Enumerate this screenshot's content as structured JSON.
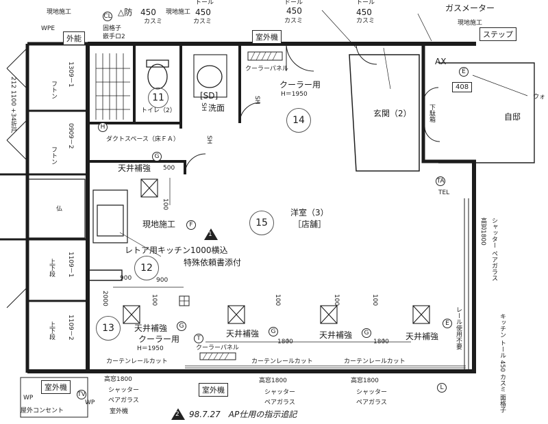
{
  "top_strip": {
    "genchi_top_left": "現地施工",
    "fire_alarm": "△防",
    "m450_left": "450",
    "kasumi_left": "カスミ",
    "genchi_top_mid": "現地施工",
    "toru_a": "トール",
    "m450_a": "450",
    "kasumi_a": "カスミ",
    "toru_b": "ドール",
    "m450_b": "450",
    "kasumi_b": "カスミ",
    "toru_c": "トール",
    "m450_c": "450",
    "kasumi_c": "カスミ",
    "gas_meter": "ガスメーター",
    "genchi_right": "現地施工"
  },
  "labels": {
    "wpe": "WPE",
    "outdoor_unit_small": "外能",
    "fixed_window": "固格子",
    "fixed_window2": "嵌手ロ2",
    "outdoor_unit": "室外機",
    "step": "ステップ",
    "cooler_panel": "クーラーパネル",
    "cooler_use": "クーラー用",
    "cooler_height": "H＝1950",
    "room11": "11",
    "toilet": "トイレ（2）",
    "sd": "[SD]",
    "washroom": "洗面",
    "sh1": "SH",
    "sh2": "SH",
    "sh3": "SH",
    "room14": "14",
    "entrance": "玄関（2）",
    "shoe_rack": "下駄箱",
    "own_side": "自邸",
    "ax": "AX",
    "e": "E",
    "num408": "408",
    "walk": "ウォ",
    "futon1": "フトン",
    "futon1_code": "1309－1",
    "futon2": "フトン",
    "futon2_code": "0909－2",
    "closet": "仏",
    "joge": "上下段",
    "joge_code": "1109－1",
    "joge2": "上下段",
    "joge2_code": "1109－2",
    "door_note": "212 1100 +34折戸",
    "duct_space": "ダクトスペース（床ＦＡ）",
    "ceiling_reinforce": "天井補強",
    "num500": "500",
    "num100": "100",
    "kitchen_site": "現地施工",
    "kitchen_text": "レトア用キッチン1000横込",
    "special_order": "特殊依頼書添付",
    "room12": "12",
    "room15": "15",
    "main_room": "洋室（3）",
    "shop": "［店舗］",
    "high_window_right": "高窓1800",
    "shutter_pair_right": "シャッター ペアガラス",
    "num900a": "900",
    "num900b": "900",
    "num2000": "2000",
    "num100c": "100",
    "num100d": "100",
    "num100e": "100",
    "num100f": "100",
    "ceiling_a": "天井補強",
    "ceiling_b": "天井補強",
    "ceiling_c": "天井補強",
    "ceiling_d": "天井補強",
    "cooler_use2": "クーラー用",
    "cooler_height2": "H＝1950",
    "cooler_panel2": "クーラーパネル",
    "num1800a": "1800",
    "num1800b": "1800",
    "room13": "13",
    "rail_unused": "レール使用不要",
    "curtain_cut1": "カーテンレールカット",
    "curtain_cut2": "カーテンレールカット",
    "curtain_cut3": "カーテンレールカット",
    "kitchen_side": "キッチン トール 450 カスミ 面格子",
    "b_wp": "WP",
    "bottom_outdoor1": "室外機",
    "bottom_outdoor2": "室外機",
    "bottom_outdoor3": "室外機",
    "outdoor_outlet": "屋外コンセント",
    "wp": "WP",
    "bw1_a": "高窓1800",
    "bw1_b": "シャッター",
    "bw1_c": "ペアガラス",
    "bw2_a": "高窓1800",
    "bw2_b": "シャッター",
    "bw2_c": "ペアガラス",
    "bw3_a": "高窓1800",
    "bw3_b": "シャッター",
    "bw3_c": "ペアガラス",
    "revision": "98.7.27　AP仕用の指示追記",
    "rev_num": "2",
    "tri_num": "1",
    "sym_g": "G",
    "sym_f": "F",
    "sym_h": "H",
    "sym_ta": "TA",
    "sym_tl": "TEL",
    "sym_cl": "CL",
    "sym_e2": "E",
    "sym_t": "T",
    "sym_l": "L",
    "sym_tv": "TV"
  }
}
